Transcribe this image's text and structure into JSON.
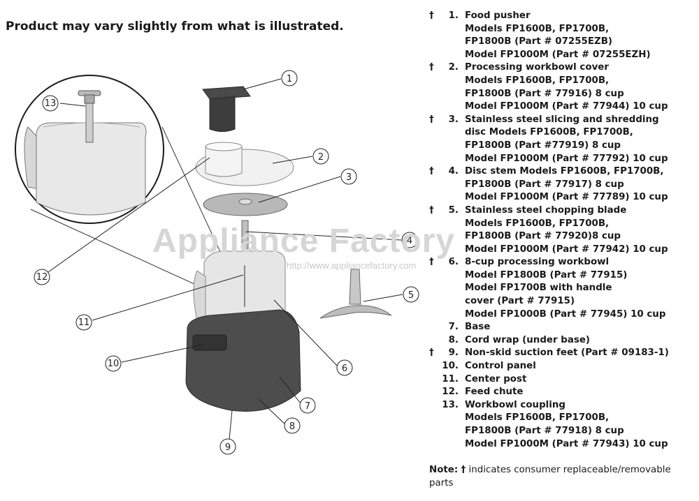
{
  "disclaimer": "Product may vary slightly from what is illustrated.",
  "watermark": {
    "text": "Appliance Factory",
    "url": "http://www.appliancefactory.com"
  },
  "callouts": [
    "①",
    "②",
    "③",
    "④",
    "⑤",
    "⑥",
    "⑦",
    "⑧",
    "⑨",
    "⑩",
    "⑪",
    "⑫",
    "⑬"
  ],
  "parts": [
    {
      "dagger": "†",
      "num": "1.",
      "lines": [
        "Food pusher",
        "Models FP1600B, FP1700B,",
        "FP1800B (Part # 07255EZB)",
        "Model FP1000M (Part # 07255EZH)"
      ]
    },
    {
      "dagger": "†",
      "num": "2.",
      "lines": [
        "Processing workbowl cover",
        "Models FP1600B, FP1700B,",
        "FP1800B (Part # 77916) 8 cup",
        "Model FP1000M (Part # 77944) 10 cup"
      ]
    },
    {
      "dagger": "†",
      "num": "3.",
      "lines": [
        "Stainless steel slicing and shredding",
        "disc Models FP1600B, FP1700B,",
        "FP1800B (Part #77919) 8 cup",
        "Model FP1000M (Part # 77792) 10 cup"
      ]
    },
    {
      "dagger": "†",
      "num": "4.",
      "lines": [
        "Disc stem Models FP1600B, FP1700B,",
        "FP1800B (Part # 77917) 8 cup",
        "Model FP1000M (Part # 77789) 10 cup"
      ]
    },
    {
      "dagger": "†",
      "num": "5.",
      "lines": [
        "Stainless steel chopping blade",
        "Models FP1600B, FP1700B,",
        "FP1800B (Part # 77920)8 cup",
        "Model FP1000M (Part # 77942) 10 cup"
      ]
    },
    {
      "dagger": "†",
      "num": "6.",
      "lines": [
        "8-cup processing workbowl",
        "Model FP1800B (Part # 77915)",
        "Model FP1700B with handle",
        "cover (Part # 77915)",
        "Model FP1000B (Part # 77945) 10 cup"
      ]
    },
    {
      "dagger": "",
      "num": "7.",
      "lines": [
        "Base"
      ]
    },
    {
      "dagger": "",
      "num": "8.",
      "lines": [
        "Cord wrap (under base)"
      ]
    },
    {
      "dagger": "†",
      "num": "9.",
      "lines": [
        "Non-skid suction feet (Part # 09183-1)"
      ]
    },
    {
      "dagger": "",
      "num": "10.",
      "lines": [
        "Control panel"
      ]
    },
    {
      "dagger": "",
      "num": "11.",
      "lines": [
        "Center post"
      ]
    },
    {
      "dagger": "",
      "num": "12.",
      "lines": [
        "Feed chute"
      ]
    },
    {
      "dagger": "",
      "num": "13.",
      "lines": [
        "Workbowl coupling",
        "Models FP1600B, FP1700B,",
        "FP1800B (Part # 77918) 8 cup",
        "Model FP1000M (Part # 77943) 10 cup"
      ]
    }
  ],
  "note": {
    "label": "Note:",
    "dagger": "†",
    "text": "indicates consumer replaceable/removable parts"
  },
  "colors": {
    "base": "#4d4d4d",
    "base_dark": "#3a3a3a",
    "bowl": "#e6e6e6",
    "line": "#222222"
  }
}
